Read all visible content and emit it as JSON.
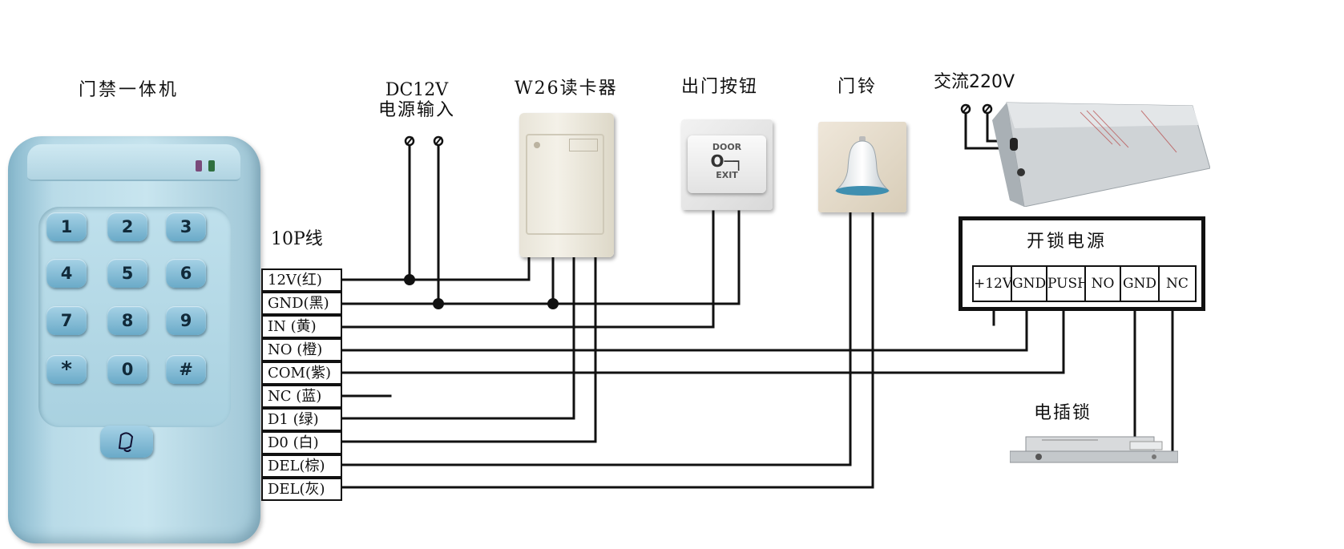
{
  "labels": {
    "keypad_title": "门禁一体机",
    "dc_power": [
      "DC12V",
      "电源输入"
    ],
    "card_reader": "W26读卡器",
    "exit_button": "出门按钮",
    "doorbell": "门铃",
    "ac_power": "交流220V",
    "cable": "10P线",
    "lock_power": "开锁电源",
    "electric_lock": "电插锁"
  },
  "keypad": {
    "keys": [
      "1",
      "2",
      "3",
      "4",
      "5",
      "6",
      "7",
      "8",
      "9",
      "*",
      "0",
      "#"
    ]
  },
  "terminals": [
    "12V(红)",
    "GND(黑)",
    "IN (黄)",
    "NO (橙)",
    "COM(紫)",
    "NC (蓝)",
    "D1 (绿)",
    "D0 (白)",
    "DEL(棕)",
    "DEL(灰)"
  ],
  "lock_power_terminals": [
    "+12V",
    "GND",
    "PUSH",
    "NO",
    "GND",
    "NC"
  ],
  "exit_button_face": {
    "top": "DOOR",
    "bottom": "EXIT"
  },
  "colors": {
    "keypad_body": "#b9dbe8",
    "key": "#6aaac8",
    "wire": "#111111",
    "bell": "#3f8fb0"
  }
}
